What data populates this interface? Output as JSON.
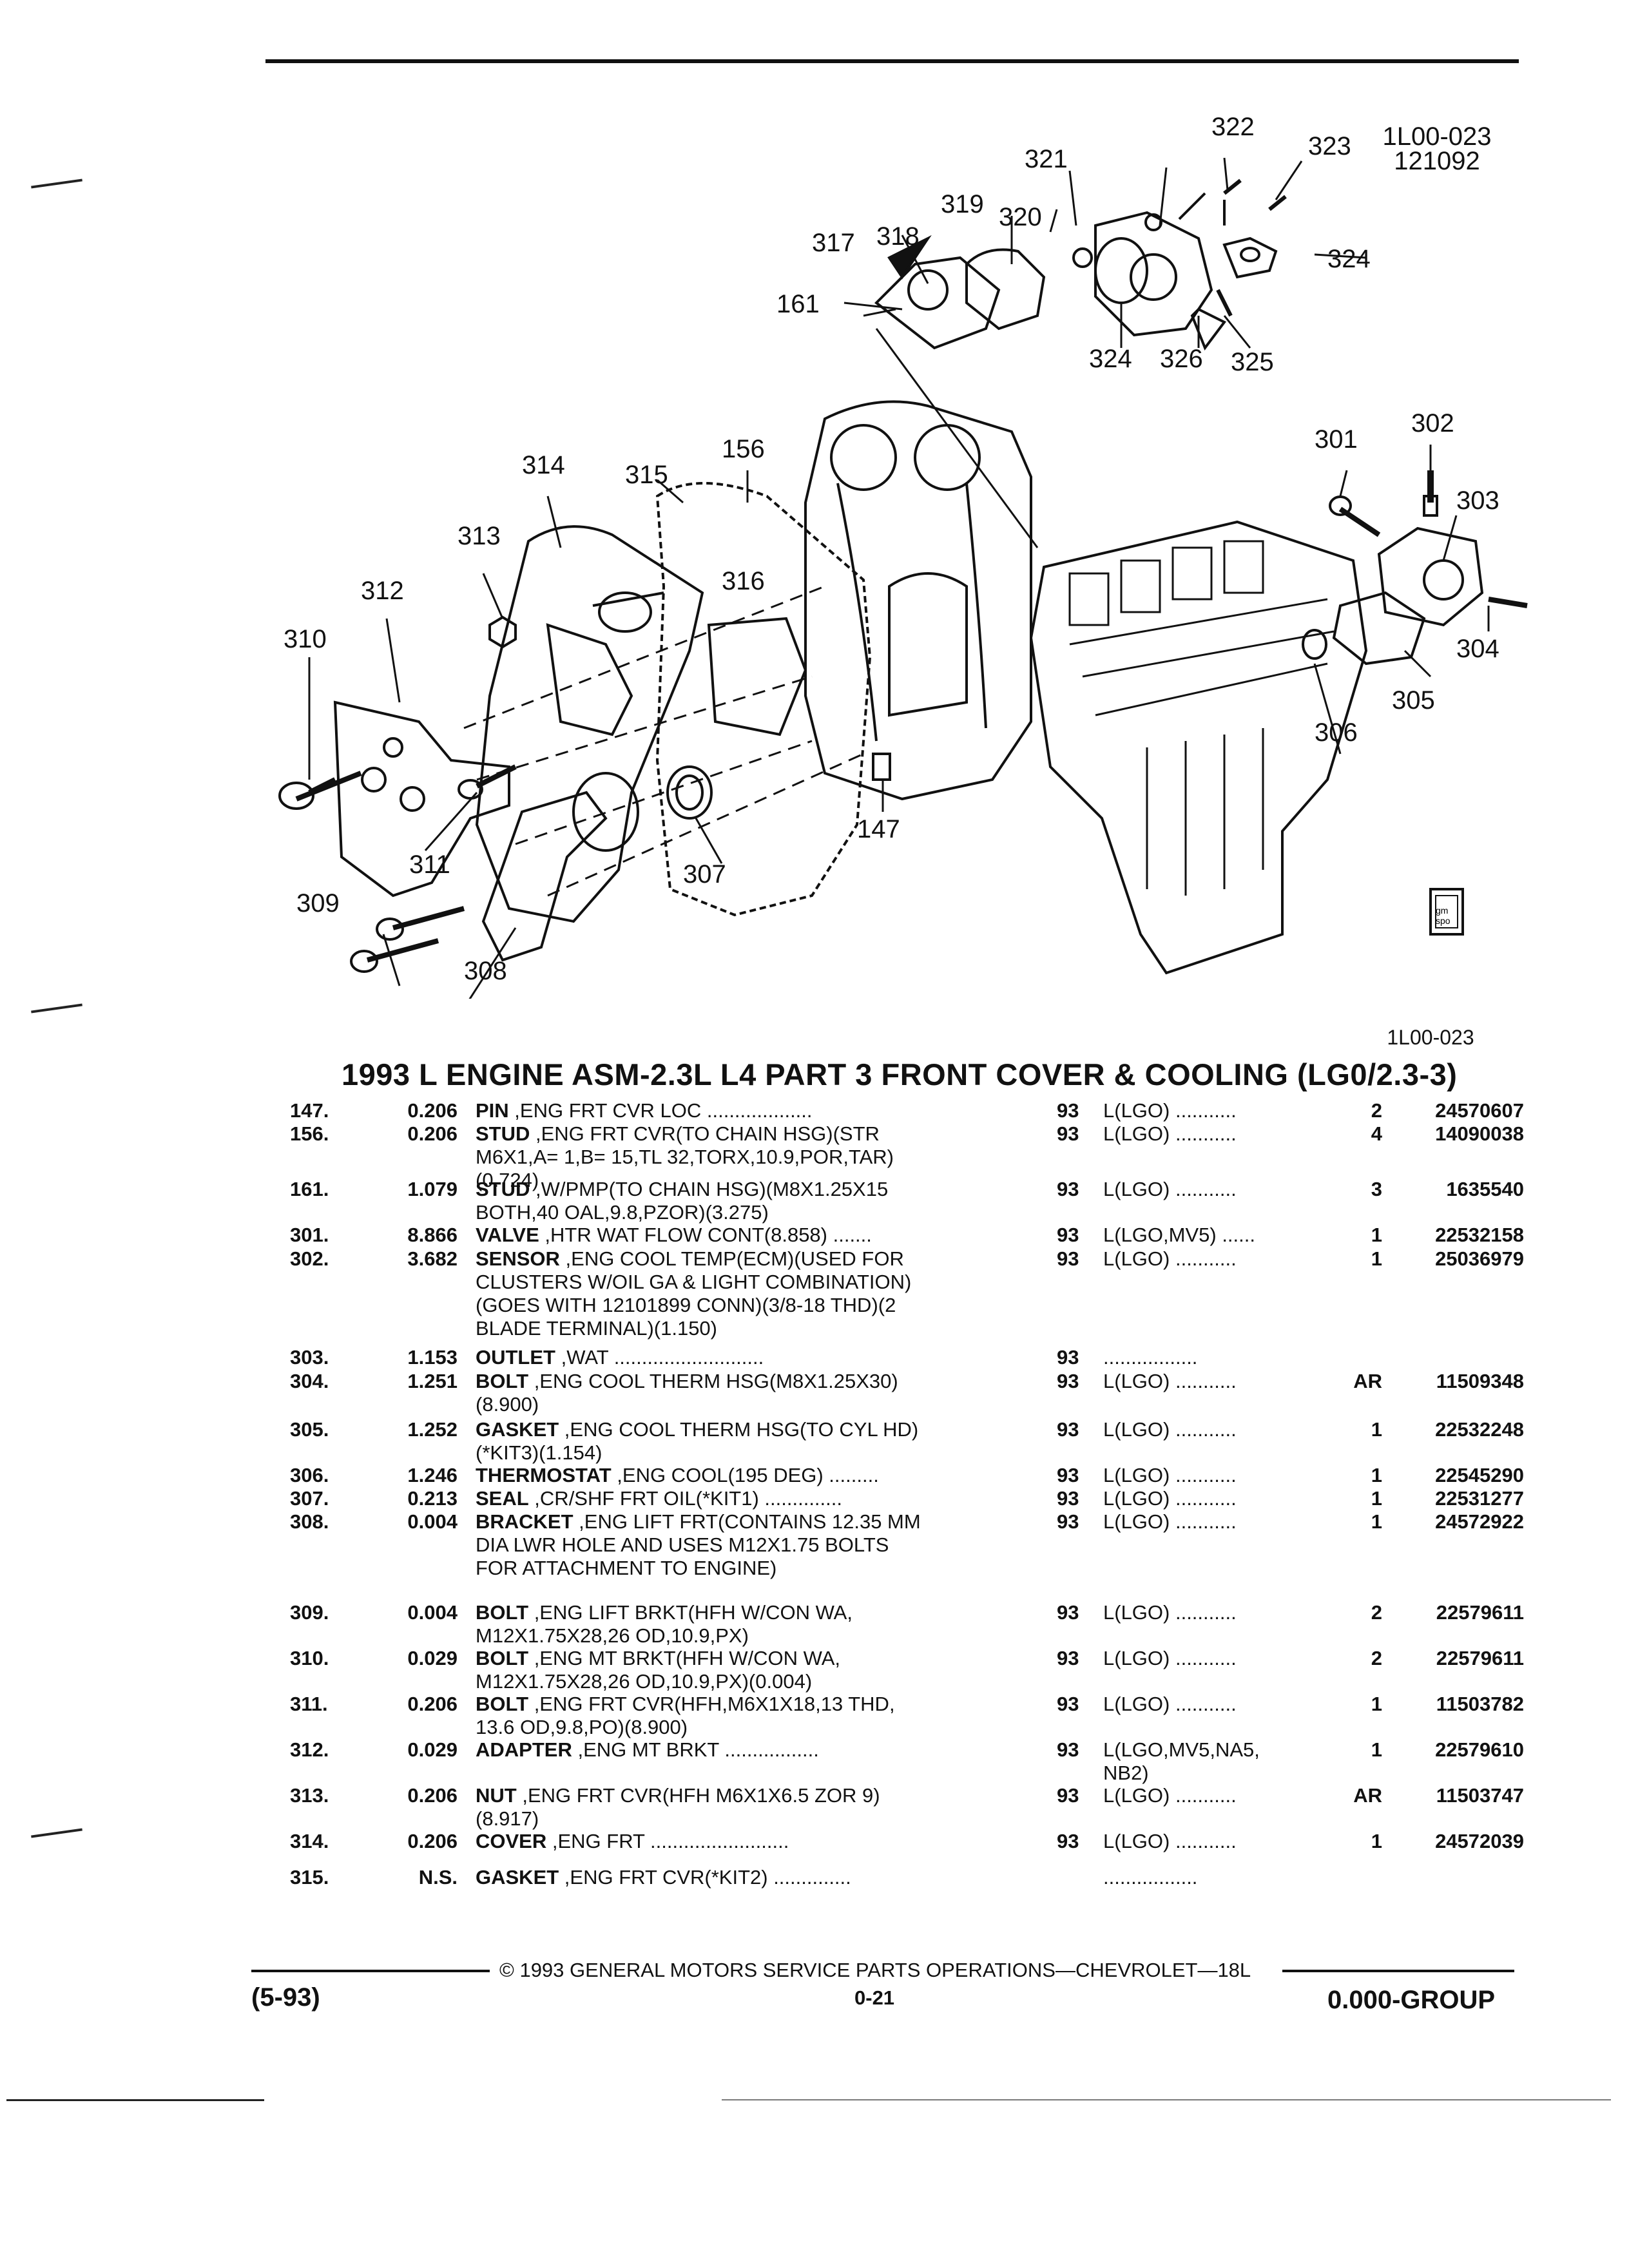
{
  "header": {
    "ref_code": "1L00-023",
    "ref_date": "121092"
  },
  "diagram": {
    "ref_code": "1L00-023",
    "badge": "gm\nspo",
    "callouts": [
      "322",
      "323",
      "321",
      "319",
      "320",
      "317",
      "318",
      "161",
      "324",
      "324",
      "326",
      "325",
      "314",
      "156",
      "315",
      "313",
      "316",
      "312",
      "310",
      "311",
      "307",
      "147",
      "309",
      "308",
      "301",
      "302",
      "303",
      "304",
      "305",
      "306"
    ]
  },
  "title": "1993 L ENGINE ASM-2.3L L4 PART 3 FRONT COVER & COOLING (LG0/2.3-3)",
  "parts": [
    {
      "item": "147.",
      "fig": "0.206",
      "name": "PIN",
      "desc": " ,ENG FRT CVR LOC ...................",
      "year": "93",
      "usage": "L(LGO) ...........",
      "qty": "2",
      "part_no": "24570607"
    },
    {
      "item": "156.",
      "fig": "0.206",
      "name": "STUD",
      "desc": " ,ENG FRT CVR(TO CHAIN HSG)(STR\nM6X1,A= 1,B= 15,TL 32,TORX,10.9,POR,TAR)\n(0.724)",
      "year": "93",
      "usage": "L(LGO) ...........",
      "qty": "4",
      "part_no": "14090038"
    },
    {
      "item": "161.",
      "fig": "1.079",
      "name": "STUD",
      "desc": " ,W/PMP(TO CHAIN HSG)(M8X1.25X15\nBOTH,40 OAL,9.8,PZOR)(3.275)",
      "year": "93",
      "usage": "L(LGO) ...........",
      "qty": "3",
      "part_no": "1635540"
    },
    {
      "item": "301.",
      "fig": "8.866",
      "name": "VALVE",
      "desc": " ,HTR WAT FLOW CONT(8.858) .......",
      "year": "93",
      "usage": "L(LGO,MV5) ......",
      "qty": "1",
      "part_no": "22532158"
    },
    {
      "item": "302.",
      "fig": "3.682",
      "name": "SENSOR",
      "desc": " ,ENG COOL TEMP(ECM)(USED FOR\nCLUSTERS W/OIL GA & LIGHT COMBINATION)\n(GOES WITH 12101899 CONN)(3/8-18 THD)(2\nBLADE TERMINAL)(1.150)",
      "year": "93",
      "usage": "L(LGO) ...........",
      "qty": "1",
      "part_no": "25036979"
    },
    {
      "item": "303.",
      "fig": "1.153",
      "name": "OUTLET",
      "desc": " ,WAT ...........................",
      "year": "93",
      "usage": ".................",
      "qty": "",
      "part_no": ""
    },
    {
      "item": "304.",
      "fig": "1.251",
      "name": "BOLT",
      "desc": " ,ENG COOL THERM HSG(M8X1.25X30)\n(8.900)",
      "year": "93",
      "usage": "L(LGO) ...........",
      "qty": "AR",
      "part_no": "11509348"
    },
    {
      "item": "305.",
      "fig": "1.252",
      "name": "GASKET",
      "desc": " ,ENG COOL THERM HSG(TO CYL HD)\n(*KIT3)(1.154)",
      "year": "93",
      "usage": "L(LGO) ...........",
      "qty": "1",
      "part_no": "22532248"
    },
    {
      "item": "306.",
      "fig": "1.246",
      "name": "THERMOSTAT",
      "desc": " ,ENG COOL(195 DEG) .........",
      "year": "93",
      "usage": "L(LGO) ...........",
      "qty": "1",
      "part_no": "22545290"
    },
    {
      "item": "307.",
      "fig": "0.213",
      "name": "SEAL",
      "desc": " ,CR/SHF FRT OIL(*KIT1) ..............",
      "year": "93",
      "usage": "L(LGO) ...........",
      "qty": "1",
      "part_no": "22531277"
    },
    {
      "item": "308.",
      "fig": "0.004",
      "name": "BRACKET",
      "desc": " ,ENG LIFT FRT(CONTAINS 12.35 MM\nDIA LWR HOLE AND USES M12X1.75 BOLTS\nFOR ATTACHMENT TO ENGINE)",
      "year": "93",
      "usage": "L(LGO) ...........",
      "qty": "1",
      "part_no": "24572922"
    },
    {
      "item": "309.",
      "fig": "0.004",
      "name": "BOLT",
      "desc": " ,ENG LIFT BRKT(HFH W/CON WA,\nM12X1.75X28,26 OD,10.9,PX)",
      "year": "93",
      "usage": "L(LGO) ...........",
      "qty": "2",
      "part_no": "22579611"
    },
    {
      "item": "310.",
      "fig": "0.029",
      "name": "BOLT",
      "desc": " ,ENG MT BRKT(HFH W/CON WA,\nM12X1.75X28,26 OD,10.9,PX)(0.004)",
      "year": "93",
      "usage": "L(LGO) ...........",
      "qty": "2",
      "part_no": "22579611"
    },
    {
      "item": "311.",
      "fig": "0.206",
      "name": "BOLT",
      "desc": " ,ENG FRT CVR(HFH,M6X1X18,13 THD,\n13.6 OD,9.8,PO)(8.900)",
      "year": "93",
      "usage": "L(LGO) ...........",
      "qty": "1",
      "part_no": "11503782"
    },
    {
      "item": "312.",
      "fig": "0.029",
      "name": "ADAPTER",
      "desc": " ,ENG MT BRKT .................",
      "year": "93",
      "usage": "L(LGO,MV5,NA5,\nNB2)",
      "qty": "1",
      "part_no": "22579610"
    },
    {
      "item": "313.",
      "fig": "0.206",
      "name": "NUT",
      "desc": " ,ENG FRT CVR(HFH M6X1X6.5 ZOR 9)\n(8.917)",
      "year": "93",
      "usage": "L(LGO) ...........",
      "qty": "AR",
      "part_no": "11503747"
    },
    {
      "item": "314.",
      "fig": "0.206",
      "name": "COVER",
      "desc": " ,ENG FRT .........................",
      "year": "93",
      "usage": "L(LGO) ...........",
      "qty": "1",
      "part_no": "24572039"
    },
    {
      "item": "315.",
      "fig": "N.S.",
      "name": "GASKET",
      "desc": " ,ENG FRT CVR(*KIT2) ..............",
      "year": "",
      "usage": ".................",
      "qty": "",
      "part_no": ""
    }
  ],
  "footer": {
    "copyright": "© 1993 GENERAL MOTORS SERVICE PARTS OPERATIONS—CHEVROLET—18L",
    "page": "0-21",
    "date_code": "(5-93)",
    "group": "0.000-GROUP"
  }
}
